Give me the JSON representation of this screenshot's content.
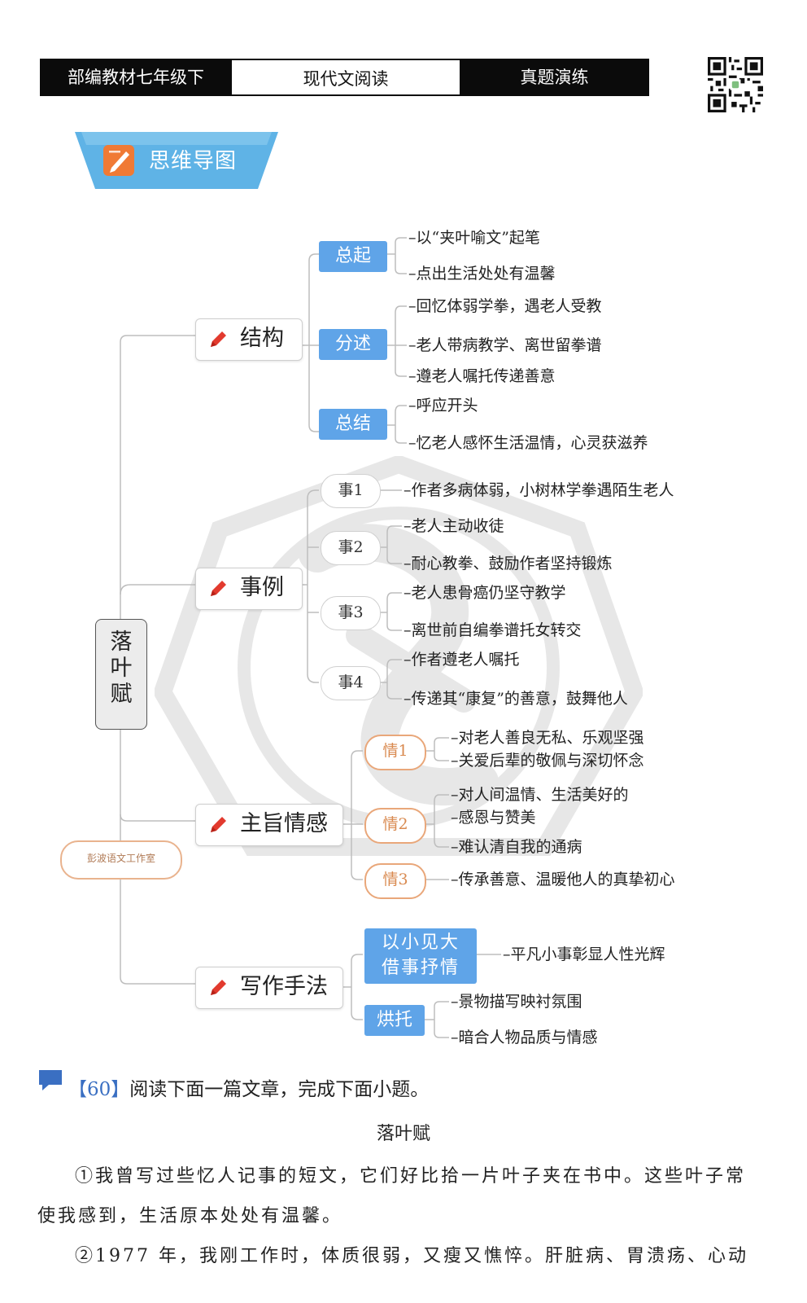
{
  "header": {
    "left": "部编教材七年级下",
    "middle": "现代文阅读",
    "right": "真题演练"
  },
  "banner": {
    "label": "思维导图"
  },
  "mindmap": {
    "root": [
      "落",
      "叶",
      "赋"
    ],
    "studio": "彭波语文工作室",
    "branches": {
      "structure": {
        "label": "结构",
        "tags": [
          {
            "label": "总起",
            "leaves": [
              "–以“夹叶喻文”起笔",
              "–点出生活处处有温馨"
            ]
          },
          {
            "label": "分述",
            "leaves": [
              "–回忆体弱学拳，遇老人受教",
              "–老人带病教学、离世留拳谱",
              "–遵老人嘱托传递善意"
            ]
          },
          {
            "label": "总结",
            "leaves": [
              "–呼应开头",
              "–忆老人感怀生活温情，心灵获滋养"
            ]
          }
        ]
      },
      "events": {
        "label": "事例",
        "tags": [
          {
            "label": "事1",
            "leaves": [
              "–作者多病体弱，小树林学拳遇陌生老人"
            ]
          },
          {
            "label": "事2",
            "leaves": [
              "–老人主动收徒",
              "–耐心教拳、鼓励作者坚持锻炼"
            ]
          },
          {
            "label": "事3",
            "leaves": [
              "–老人患骨癌仍坚守教学",
              "–离世前自编拳谱托女转交"
            ]
          },
          {
            "label": "事4",
            "leaves": [
              "–作者遵老人嘱托",
              "–传递其“康复”的善意，鼓舞他人"
            ]
          }
        ]
      },
      "emotion": {
        "label": "主旨情感",
        "tags": [
          {
            "label": "情1",
            "leaves": [
              "–对老人善良无私、乐观坚强",
              "–关爱后辈的敬佩与深切怀念"
            ]
          },
          {
            "label": "情2",
            "leaves": [
              "–对人间温情、生活美好的",
              "–感恩与赞美",
              "–难认清自我的通病"
            ]
          },
          {
            "label": "情3",
            "leaves": [
              "–传承善意、温暖他人的真挚初心"
            ]
          }
        ]
      },
      "writing": {
        "label": "写作手法",
        "tags": [
          {
            "label": [
              "以小见大",
              "借事抒情"
            ],
            "leaves": [
              "–平凡小事彰显人性光辉"
            ]
          },
          {
            "label": "烘托",
            "leaves": [
              "–景物描写映衬氛围",
              "–暗合人物品质与情感"
            ]
          }
        ]
      }
    }
  },
  "question": {
    "number": "【60】",
    "prompt": "阅读下面一篇文章，完成下面小题。",
    "article_title": "落叶赋",
    "paragraphs": [
      "①我曾写过些忆人记事的短文，它们好比拾一片叶子夹在书中。这些叶子常",
      "使我感到，生活原本处处有温馨。",
      "②1977 年，我刚工作时，体质很弱，又瘦又憔悴。肝脏病、胃溃疡、心动"
    ]
  },
  "colors": {
    "header_dark": "#0b0b0b",
    "banner_blue": "#5fb3e6",
    "tag_blue": "#5fa4e8",
    "pen_red": "#e23a2e",
    "emotion_orange": "#e9a77a",
    "question_blue": "#3a6fc2"
  }
}
